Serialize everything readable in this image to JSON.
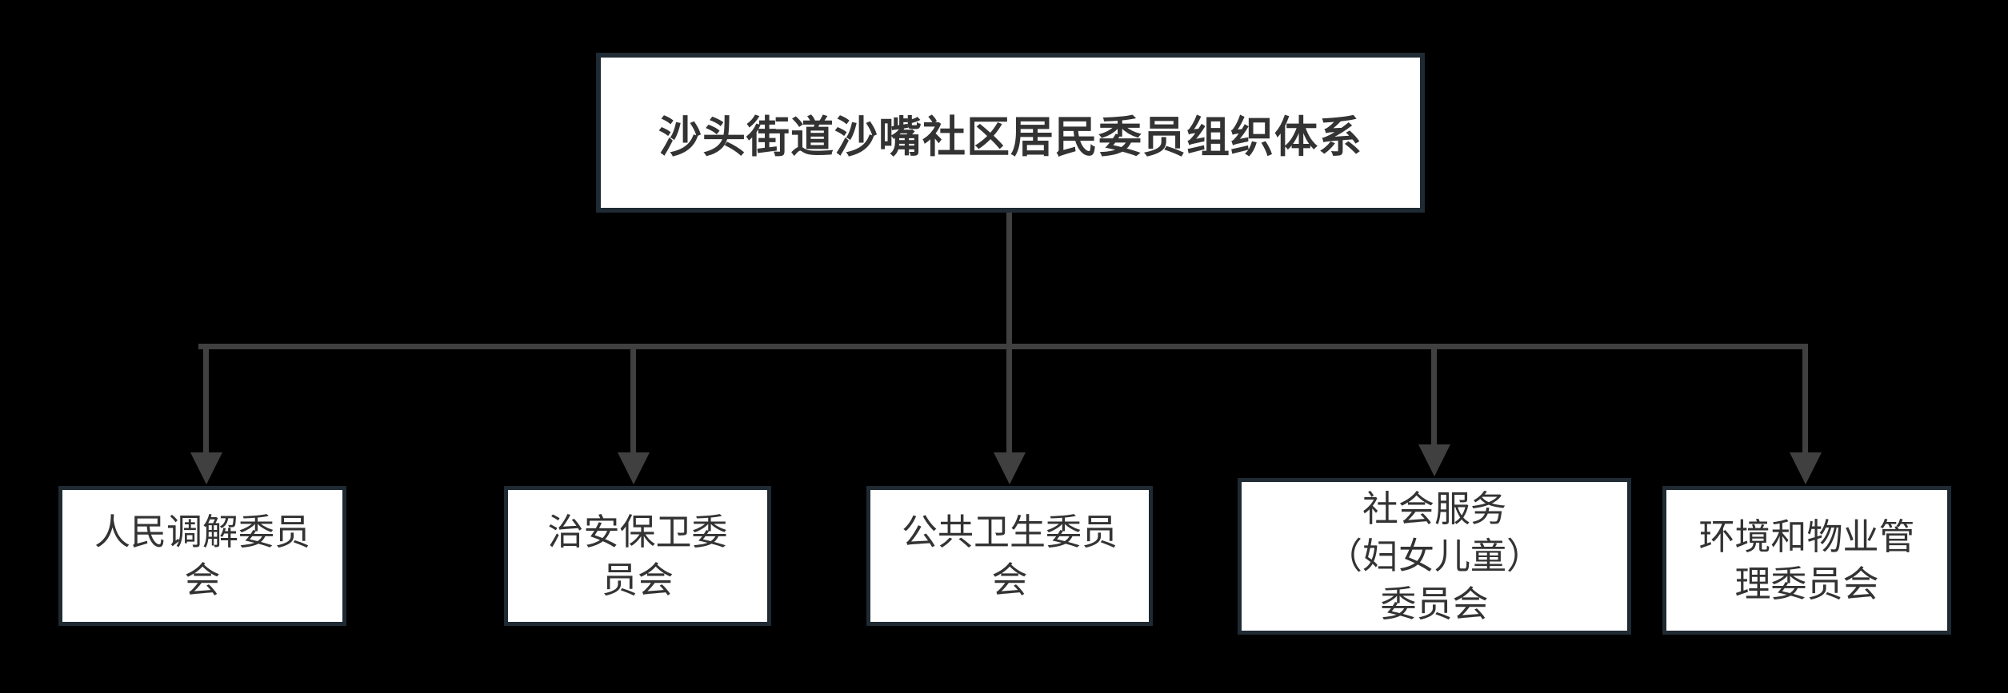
{
  "diagram": {
    "type": "organizational-chart",
    "background_color": "#000000",
    "node_fill_color": "#ffffff",
    "node_border_color": "#1f2a33",
    "connector_color": "#404040",
    "text_color": "#333333",
    "orientation": "top-down",
    "root": {
      "label": "沙头街道沙嘴社区居民委员组织体系"
    },
    "children": [
      {
        "label": "人民调解委员\n会"
      },
      {
        "label": "治安保卫委\n员会"
      },
      {
        "label": "公共卫生委员\n会"
      },
      {
        "label": "社会服务\n（妇女儿童）\n委员会"
      },
      {
        "label": "环境和物业管\n理委员会"
      }
    ]
  }
}
